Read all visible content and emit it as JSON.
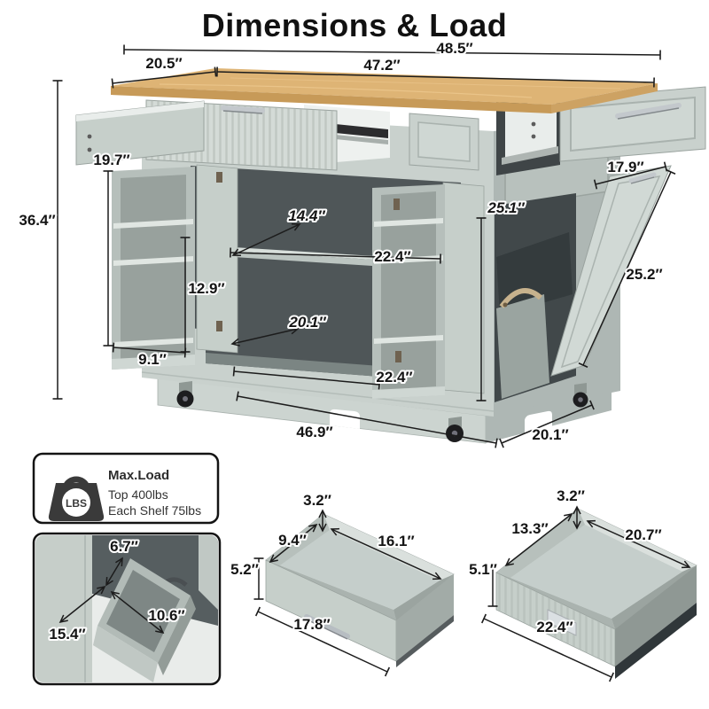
{
  "title": "Dimensions & Load",
  "main_cart": {
    "labels": {
      "top_total_width": "48.5″",
      "countertop_length": "47.2″",
      "countertop_depth": "20.5″",
      "overall_height": "36.4″",
      "left_door_height": "19.7″",
      "left_rack_height": "12.9″",
      "left_door_width": "9.1″",
      "shelf_depth": "14.4″",
      "shelf_width": "22.4″",
      "lower_shelf_depth": "20.1″",
      "lower_shelf_width": "22.4″",
      "trash_opening_height": "25.1″",
      "trash_door_width": "17.9″",
      "trash_door_length": "25.2″",
      "base_width": "46.9″",
      "base_depth": "20.1″"
    }
  },
  "load_badge": {
    "icon_label": "LBS",
    "title": "Max.Load",
    "top_load": "Top 400lbs",
    "shelf_load": "Each Shelf 75lbs"
  },
  "tilt_bin_detail": {
    "labels": {
      "top_width": "6.7″",
      "diagonal_depth": "10.6″",
      "door_height": "15.4″"
    }
  },
  "small_drawer_detail": {
    "labels": {
      "wall_height": "3.2″",
      "inner_depth": "9.4″",
      "inner_length": "16.1″",
      "outer_height": "5.2″",
      "outer_length": "17.8″"
    }
  },
  "large_drawer_detail": {
    "labels": {
      "wall_height": "3.2″",
      "inner_depth": "13.3″",
      "inner_length": "20.7″",
      "outer_height": "5.1″",
      "outer_length": "22.4″"
    }
  },
  "colors": {
    "background": "#ffffff",
    "dimension_line": "#1c1c1c",
    "label_text": "#141414",
    "cart_body": "#c9d1cd",
    "cart_body_shadow": "#aeb7b4",
    "cabinet_interior": "#4f5658",
    "countertop_wood": "#deb475",
    "metal_handle": "#c3c8cc",
    "badge_icon": "#3a3a3a"
  }
}
